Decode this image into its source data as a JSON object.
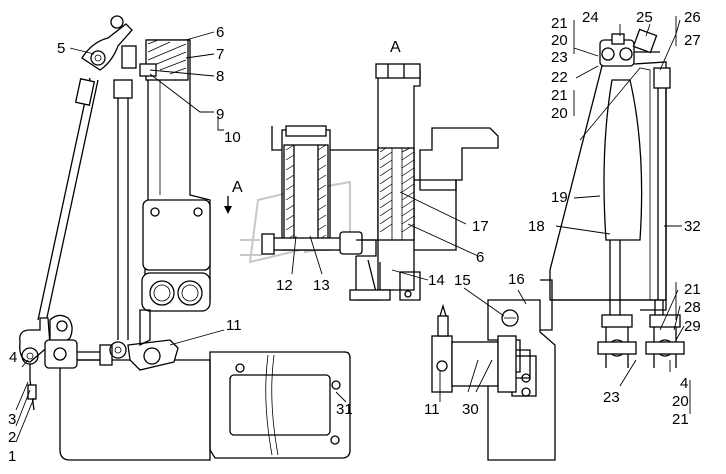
{
  "view_marks": {
    "section_a_title": "A",
    "section_a_arrow": "A"
  },
  "callouts": {
    "n1": "1",
    "n2": "2",
    "n3": "3",
    "n4_left": "4",
    "n5": "5",
    "n6_top": "6",
    "n7": "7",
    "n8": "8",
    "n9": "9",
    "n10": "10",
    "n11_mid": "11",
    "n11_low": "11",
    "n12": "12",
    "n13": "13",
    "n14": "14",
    "n15": "15",
    "n16": "16",
    "n17": "17",
    "n6_mid": "6",
    "n18": "18",
    "n19": "19",
    "n20_a": "20",
    "n20_b": "20",
    "n20_c": "20",
    "n21_a": "21",
    "n21_b": "21",
    "n21_c": "21",
    "n21_d": "21",
    "n22": "22",
    "n23_a": "23",
    "n23_b": "23",
    "n24": "24",
    "n25": "25",
    "n26": "26",
    "n27": "27",
    "n28": "28",
    "n29": "29",
    "n30": "30",
    "n31": "31",
    "n32": "32",
    "n4_right": "4"
  }
}
